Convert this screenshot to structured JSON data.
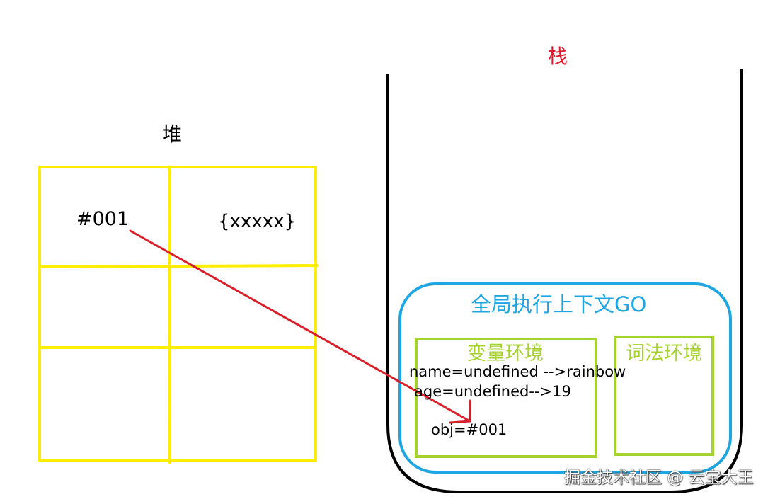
{
  "heap": {
    "title": "堆",
    "address": "#001",
    "object": "{xxxxx}",
    "border_color": "#ffee00"
  },
  "stack": {
    "title": "栈",
    "title_color": "#e0192b",
    "border_color": "#000000"
  },
  "global_context": {
    "title": "全局执行上下文GO",
    "color": "#1ea6e3"
  },
  "variable_env": {
    "title": "变量环境",
    "color": "#a6d22e",
    "lines": [
      "name=undefined -->rainbow",
      "age=undefined-->19",
      "obj=#001"
    ]
  },
  "lexical_env": {
    "title": "词法环境",
    "color": "#a6d22e"
  },
  "arrow": {
    "color": "#d9202a"
  },
  "watermark": "掘金技术社区 @ 云宝大王"
}
